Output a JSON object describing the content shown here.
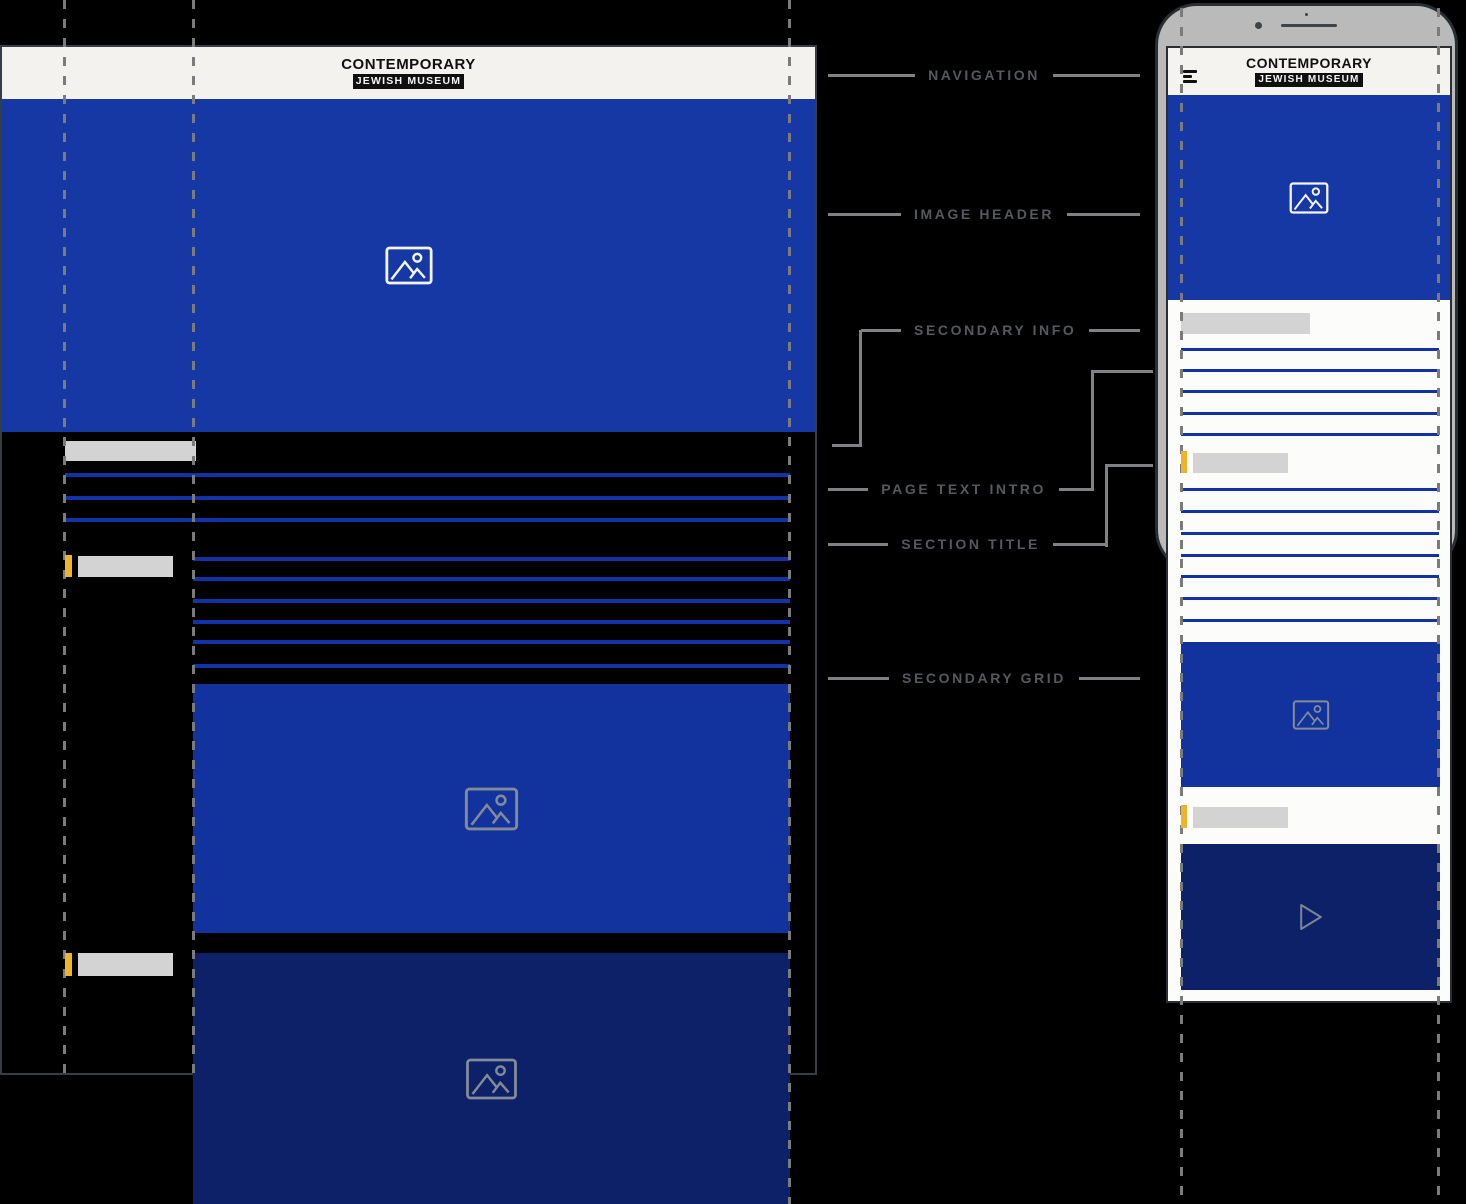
{
  "brand": {
    "line1": "CONTEMPORARY",
    "line2": "JEWISH MUSEUM"
  },
  "annotations": {
    "navigation": "NAVIGATION",
    "image_header": "IMAGE HEADER",
    "secondary_info": "SECONDARY INFO",
    "page_text_intro": "PAGE TEXT INTRO",
    "section_title": "SECTION TITLE",
    "secondary_grid": "SECONDARY GRID"
  },
  "colors": {
    "page_background": "#000000",
    "hero_blue": "#1638A4",
    "secondary_block_blue": "#12339D",
    "video_block_navy": "#0D2168",
    "accent_yellow": "#F0B428",
    "placeholder_gray": "#D3D3D3",
    "text_line_blue": "#1233A6",
    "nav_background": "#F3F2EF",
    "annotation_gray": "#7E8285",
    "annotation_text_gray": "#55595D",
    "phone_body_gray": "#B9BAB9",
    "outline_dark": "#272E34"
  },
  "icons": {
    "menu": "hamburger-icon",
    "image_placeholder": "image-placeholder-icon",
    "play": "play-icon",
    "camera": "camera-dot",
    "speaker": "speaker-slot"
  }
}
